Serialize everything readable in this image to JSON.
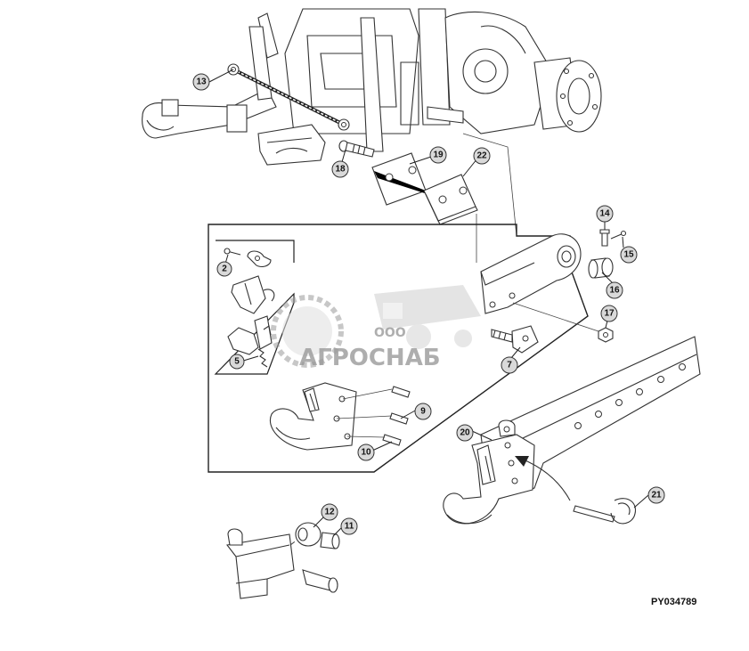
{
  "figure_code": "PY034789",
  "watermark": {
    "company_prefix": "ООО",
    "company_name": "АГРОСНАБ",
    "color": "#9a9a9a"
  },
  "callouts": [
    {
      "id": "callout-2",
      "label": "2"
    },
    {
      "id": "callout-5",
      "label": "5"
    },
    {
      "id": "callout-7",
      "label": "7"
    },
    {
      "id": "callout-9",
      "label": "9"
    },
    {
      "id": "callout-10",
      "label": "10"
    },
    {
      "id": "callout-11",
      "label": "11"
    },
    {
      "id": "callout-12",
      "label": "12"
    },
    {
      "id": "callout-13",
      "label": "13"
    },
    {
      "id": "callout-14",
      "label": "14"
    },
    {
      "id": "callout-15",
      "label": "15"
    },
    {
      "id": "callout-16",
      "label": "16"
    },
    {
      "id": "callout-17",
      "label": "17"
    },
    {
      "id": "callout-18",
      "label": "18"
    },
    {
      "id": "callout-19",
      "label": "19"
    },
    {
      "id": "callout-20",
      "label": "20"
    },
    {
      "id": "callout-21",
      "label": "21"
    },
    {
      "id": "callout-22",
      "label": "22"
    }
  ]
}
